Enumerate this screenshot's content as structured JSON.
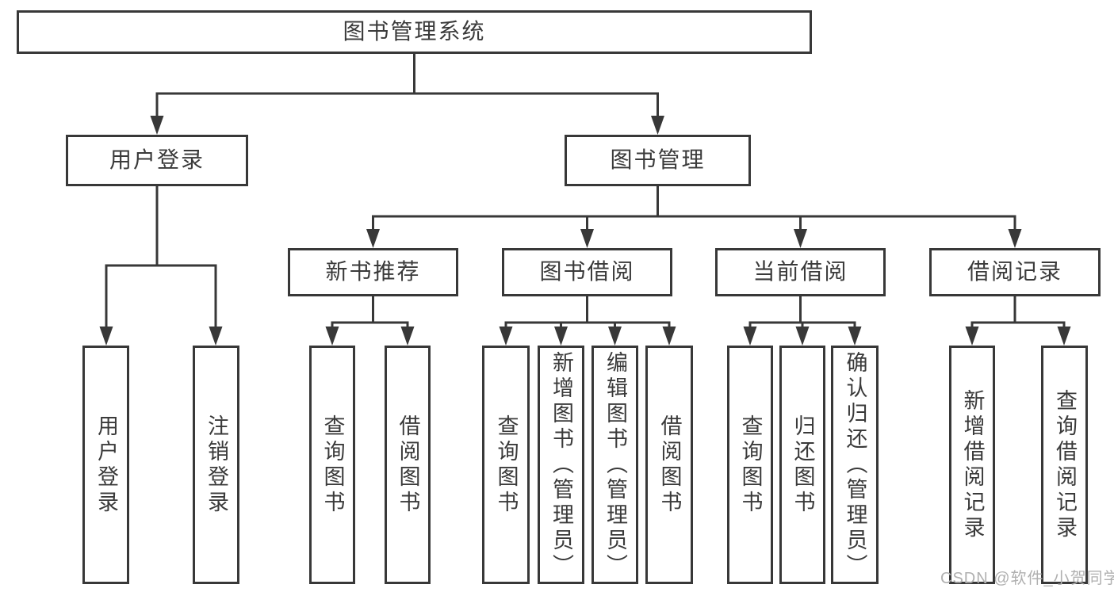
{
  "tree": {
    "root": "图书管理系统",
    "branches": [
      {
        "label": "用户登录",
        "leaves": [
          "用户登录",
          "注销登录"
        ]
      },
      {
        "label": "图书管理",
        "groups": [
          {
            "label": "新书推荐",
            "leaves": [
              "查询图书",
              "借阅图书"
            ]
          },
          {
            "label": "图书借阅",
            "leaves": [
              "查询图书",
              "新增图书（管理员）",
              "编辑图书（管理员）",
              "借阅图书"
            ]
          },
          {
            "label": "当前借阅",
            "leaves": [
              "查询图书",
              "归还图书",
              "确认归还（管理员）"
            ]
          },
          {
            "label": "借阅记录",
            "leaves": [
              "新增借阅记录",
              "查询借阅记录"
            ]
          }
        ]
      }
    ]
  },
  "watermark": "CSDN @软件_小贺同学",
  "colors": {
    "line": "#383838",
    "text": "#3a3a3a",
    "watermark": "#b0b0b0",
    "background": "#ffffff"
  }
}
